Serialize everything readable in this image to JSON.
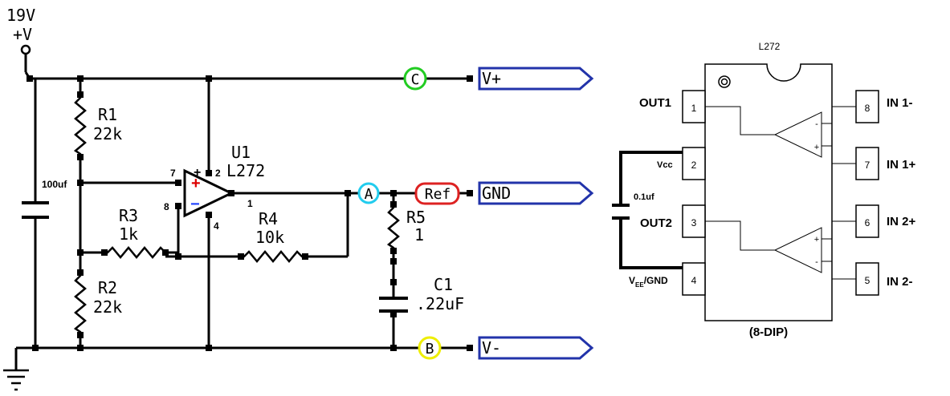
{
  "schematic": {
    "supply_voltage": "19V",
    "supply_label": "+V",
    "bulk_cap": "100uf",
    "r1": {
      "name": "R1",
      "value": "22k"
    },
    "r2": {
      "name": "R2",
      "value": "22k"
    },
    "r3": {
      "name": "R3",
      "value": "1k"
    },
    "r4": {
      "name": "R4",
      "value": "10k"
    },
    "r5": {
      "name": "R5",
      "value": "1"
    },
    "c1": {
      "name": "C1",
      "value": ".22uF"
    },
    "opamp": {
      "name": "U1",
      "part": "L272",
      "plus_sign": "+",
      "minus_sign": "−",
      "pin_top": "7",
      "pin_left_low": "8",
      "pin_top_right": "2",
      "pin_bottom": "4",
      "pin_out": "1"
    },
    "nodes": {
      "c": "C",
      "a": "A",
      "b": "B",
      "ref": "Ref"
    },
    "ports": {
      "vplus": "V+",
      "gnd": "GND",
      "vminus": "V-"
    },
    "colors": {
      "c": "#22cc22",
      "a": "#22ccee",
      "b": "#eeee00",
      "ref": "#dd2222",
      "port": "#2233aa",
      "plus_sign": "#dd0000",
      "minus_sign": "#2244ff"
    }
  },
  "pinout": {
    "title": "L272",
    "package": "(8-DIP)",
    "cap": "0.1uf",
    "left_labels": [
      "OUT1",
      "Vcc",
      "OUT2",
      "V",
      "EE",
      "/GND"
    ],
    "right_labels": [
      "IN 1-",
      "IN 1+",
      "IN 2+",
      "IN 2-"
    ],
    "pins_left": [
      "1",
      "2",
      "3",
      "4"
    ],
    "pins_right": [
      "8",
      "7",
      "6",
      "5"
    ],
    "amp_signs": [
      "-",
      "+",
      "+",
      "-"
    ]
  }
}
